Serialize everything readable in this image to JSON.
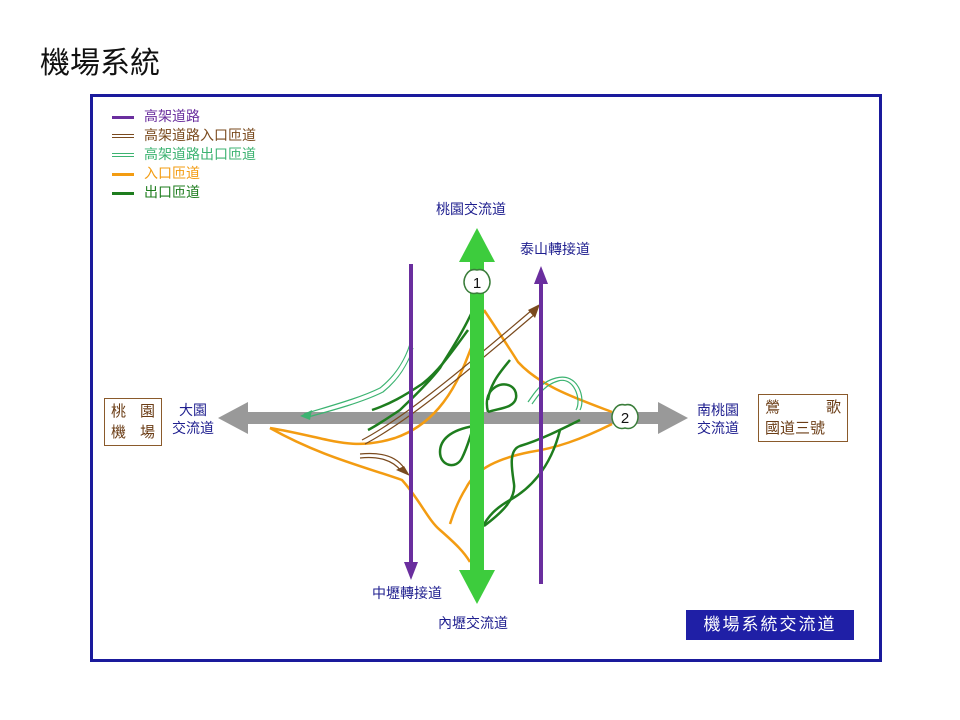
{
  "title": "機場系統",
  "legend": [
    {
      "label": "高架道路",
      "color": "#6a2e9e",
      "style": "solid",
      "icon": "purple-line"
    },
    {
      "label": "高架道路入口匝道",
      "color": "#7a4a1e",
      "style": "double",
      "icon": "brown-double-line"
    },
    {
      "label": "高架道路出口匝道",
      "color": "#3cb371",
      "style": "double",
      "icon": "green-double-line"
    },
    {
      "label": "入口匝道",
      "color": "#f39c12",
      "style": "solid",
      "icon": "orange-line"
    },
    {
      "label": "出口匝道",
      "color": "#1e7d1e",
      "style": "solid",
      "icon": "dark-green-line"
    }
  ],
  "roads": {
    "north": "桃園交流道",
    "south": "內壢交流道",
    "west": [
      "大園",
      "交流道"
    ],
    "east": [
      "南桃園",
      "交流道"
    ],
    "northeast": "泰山轉接道",
    "southwest": "中壢轉接道"
  },
  "boxes": {
    "west": {
      "line1": [
        "桃",
        "園"
      ],
      "line2": [
        "機",
        "場"
      ]
    },
    "east": {
      "line1": [
        "鶯",
        "歌"
      ],
      "line2": [
        "國道三號",
        ""
      ]
    }
  },
  "markers": {
    "freeway1": "1",
    "freeway2": "2"
  },
  "footer": "機場系統交流道",
  "colors": {
    "frame": "#1a1a9c",
    "freeway1": "#3dcc3d",
    "freeway2": "#999999",
    "elevated": "#6a2e9e",
    "entry": "#f39c12",
    "exit": "#1e7d1e",
    "elevated_entry": "#7a4a1e",
    "elevated_exit": "#3cb371"
  }
}
